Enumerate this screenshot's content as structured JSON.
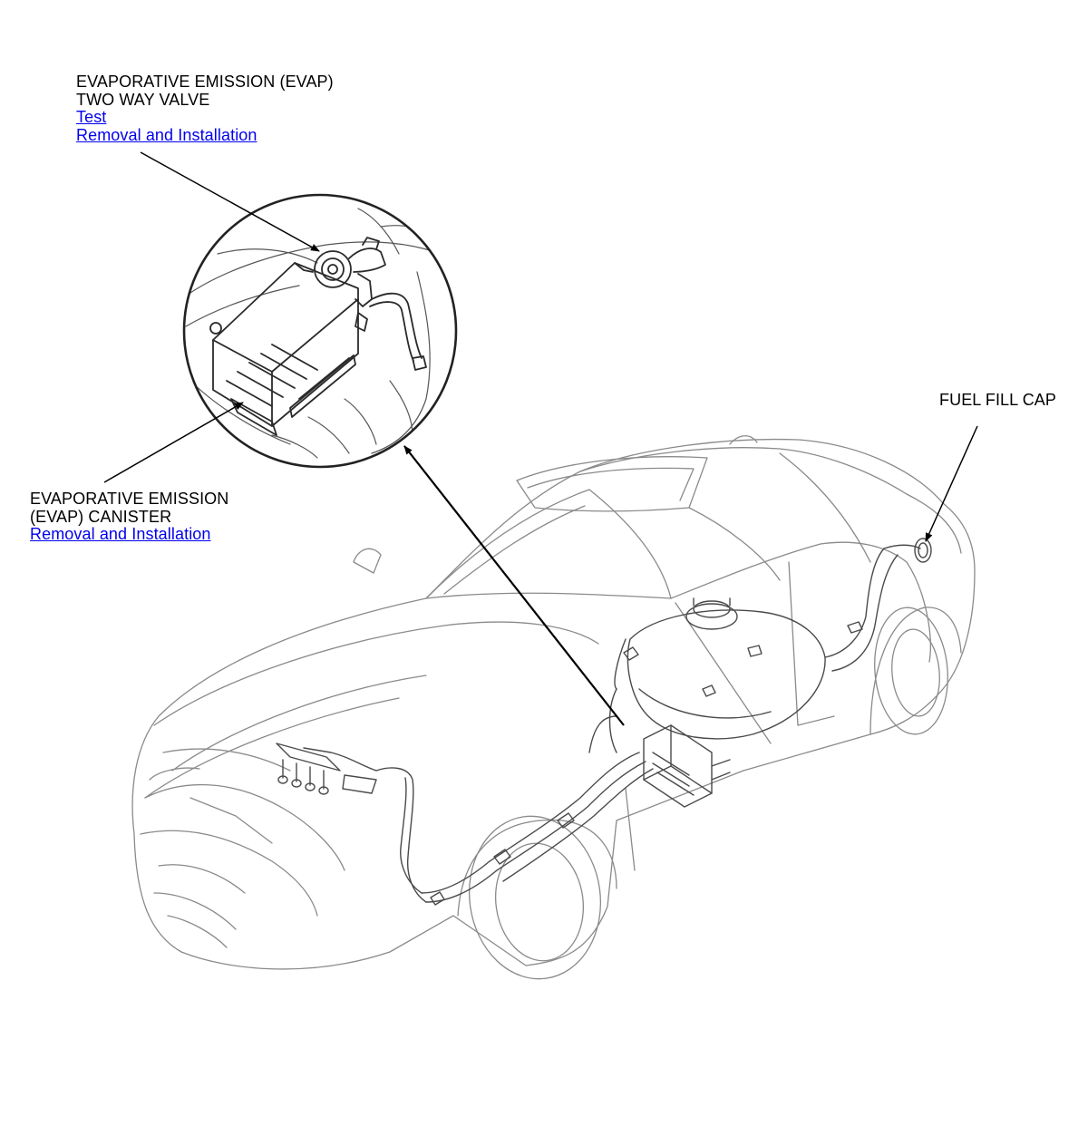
{
  "callouts": {
    "valve": {
      "line1": "EVAPORATIVE EMISSION (EVAP)",
      "line2": "TWO WAY VALVE",
      "link_test": "Test",
      "link_removal": "Removal and Installation"
    },
    "canister": {
      "line1": "EVAPORATIVE EMISSION",
      "line2": "(EVAP) CANISTER",
      "link_removal": "Removal and Installation"
    },
    "fuel_cap": {
      "line1": "FUEL FILL CAP"
    }
  },
  "colors": {
    "link": "#0000ee",
    "text": "#000000",
    "line_art": "#8a8a8a",
    "detail_art": "#3a3a3a",
    "leader": "#000000"
  }
}
